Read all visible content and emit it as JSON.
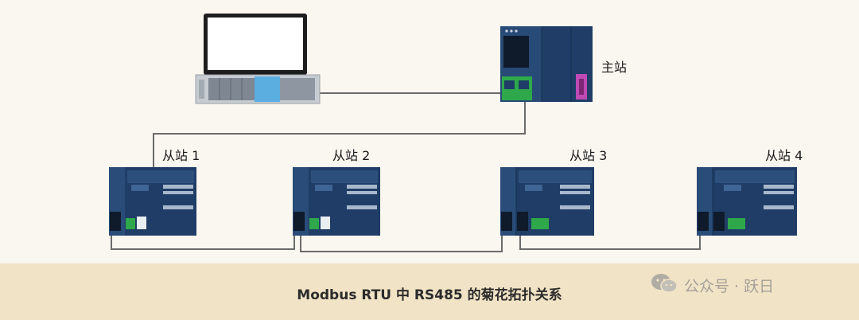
{
  "labels": {
    "master": "主站",
    "slave1": "从站 1",
    "slave2": "从站 2",
    "slave3": "从站 3",
    "slave4": "从站 4"
  },
  "caption": "Modbus RTU 中 RS485 的菊花拓扑关系",
  "watermark": {
    "icon": "wechat-icon",
    "text": "公众号 · 跃日"
  },
  "colors": {
    "plc_body": "#1f3d66",
    "plc_panel": "#2c4f7c",
    "wire": "#6b6b6b",
    "connector_green": "#2ea84a",
    "port_magenta": "#c04ab4",
    "footer_bg": "#f1e3c5",
    "page_bg": "#faf6f0"
  }
}
